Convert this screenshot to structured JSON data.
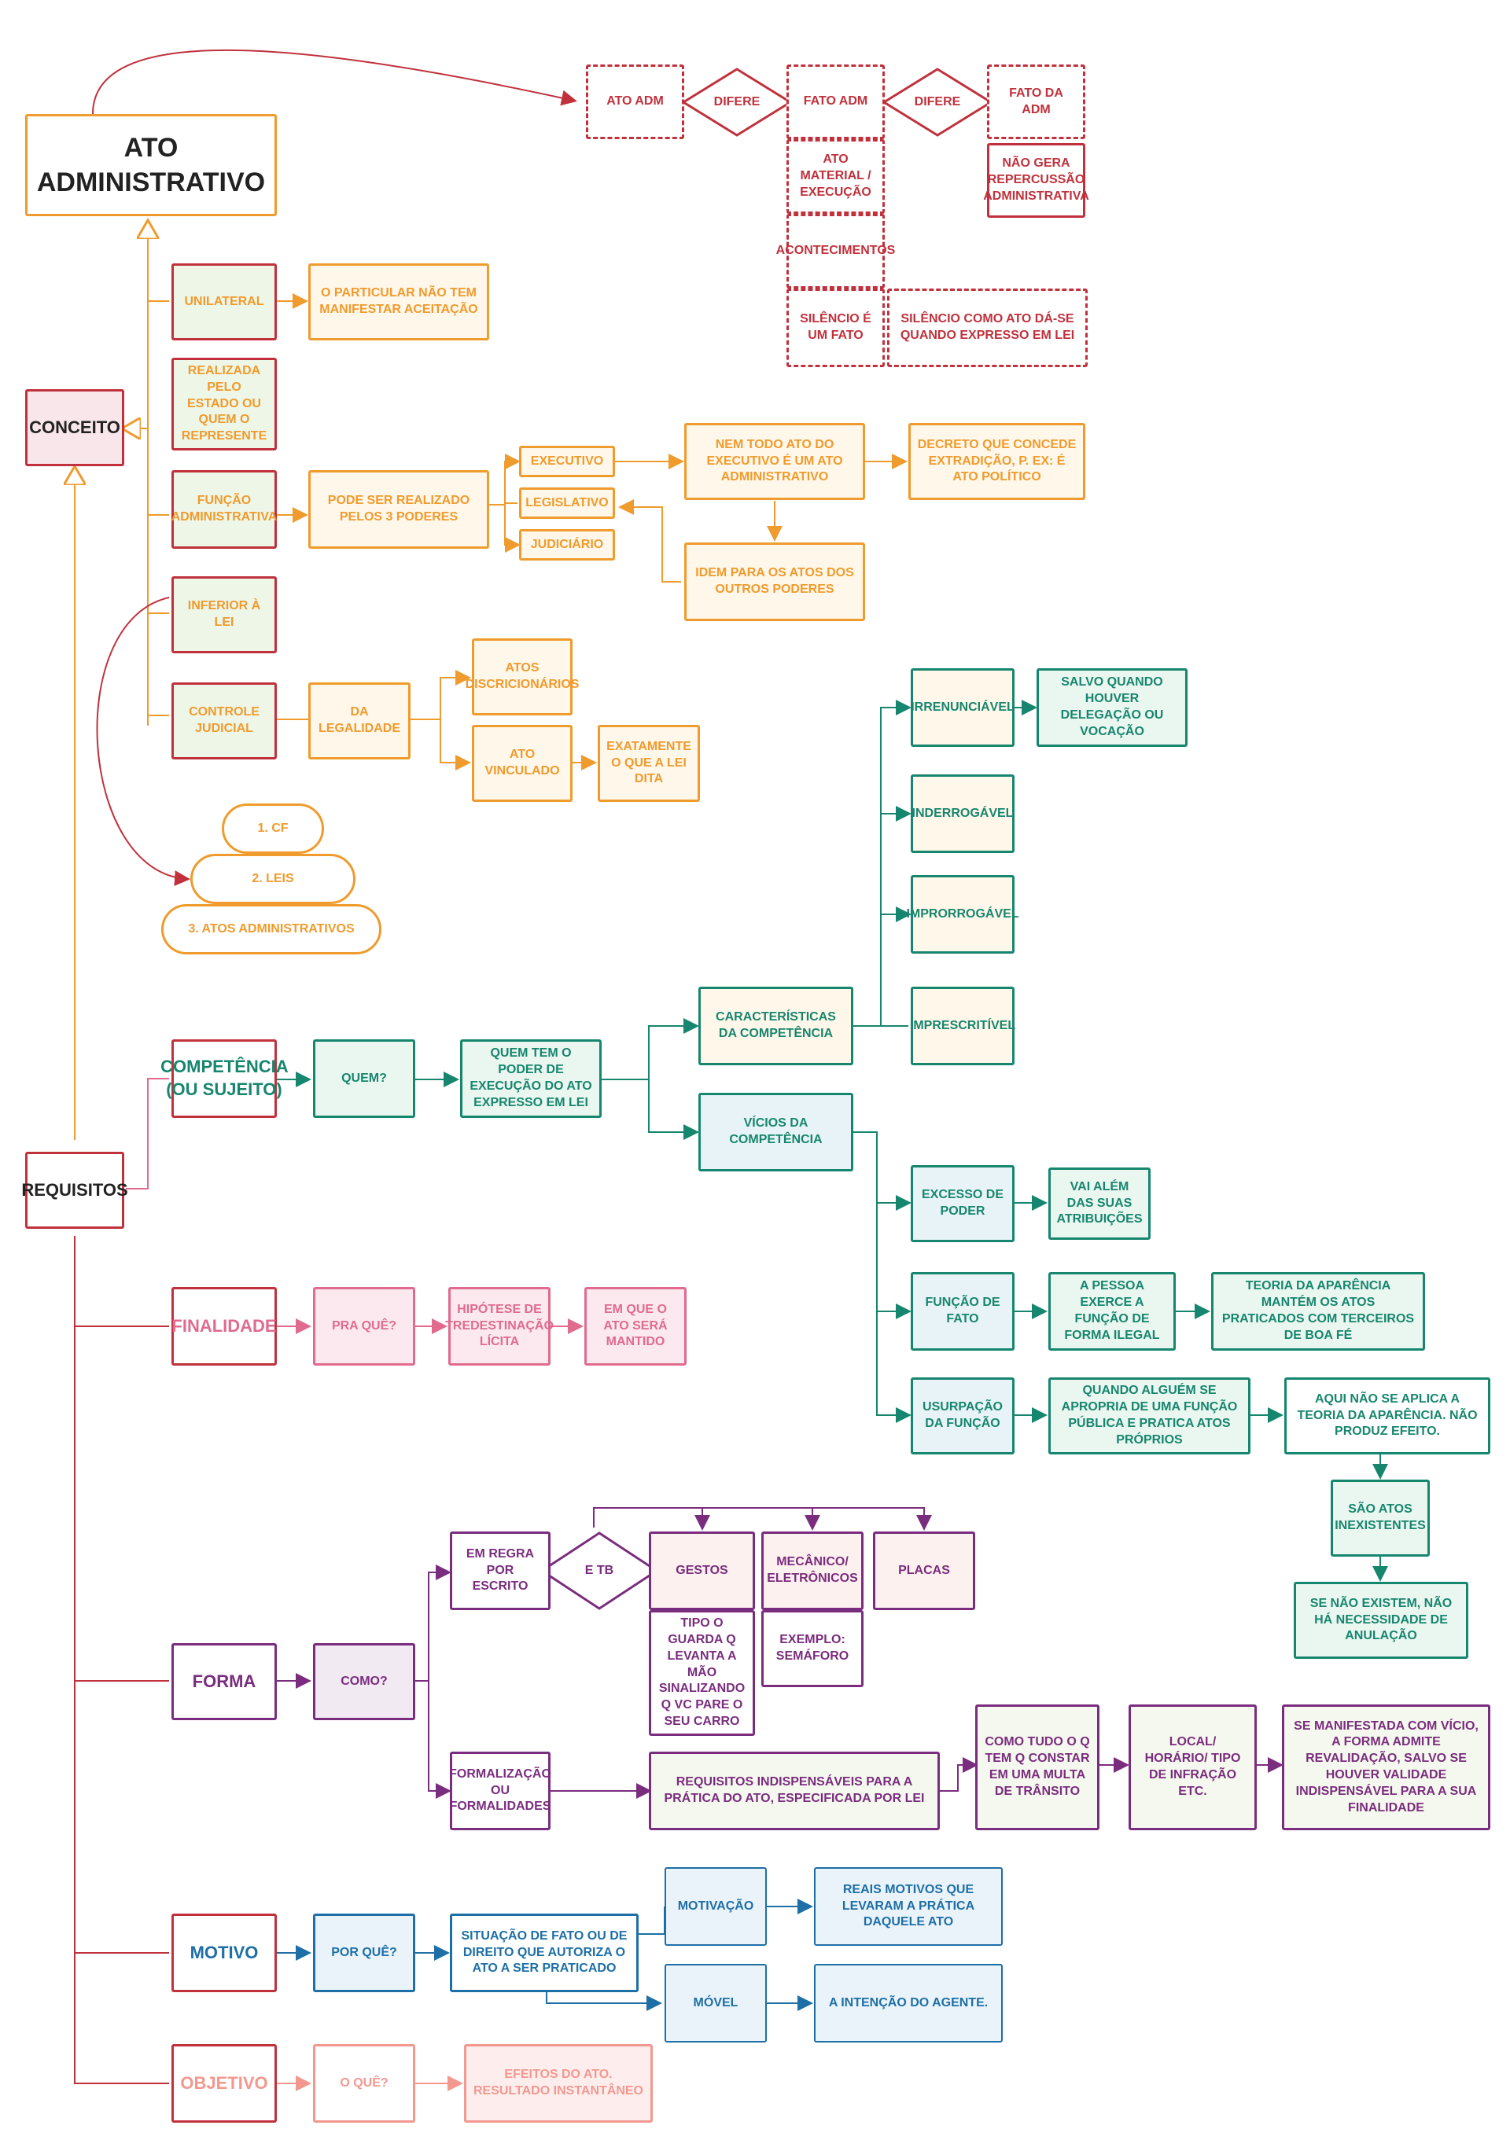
{
  "title": "ATO ADMINISTRATIVO",
  "header_compare": {
    "ato_adm": "ATO ADM",
    "difere1": "DIFERE",
    "fato_adm": "FATO ADM",
    "difere2": "DIFERE",
    "fato_da_adm": "FATO DA ADM",
    "ato_material": "ATO MATERIAL / EXECUÇÃO",
    "acontecimentos": "ACONTECIMENTOS",
    "silencio_fato": "SILÊNCIO É UM FATO",
    "silencio_ato": "SILÊNCIO COMO ATO DÁ-SE QUANDO EXPRESSO EM LEI",
    "nao_gera": "NÃO GERA REPERCUSSÃO ADMINISTRATIVA"
  },
  "conceito": {
    "label": "CONCEITO",
    "unilateral": "UNILATERAL",
    "unilateral_note": "O PARTICULAR NÃO TEM MANIFESTAR ACEITAÇÃO",
    "realizada": "REALIZADA PELO ESTADO OU QUEM O REPRESENTE",
    "funcao": "FUNÇÃO ADMINISTRATIVA",
    "funcao_note": "PODE SER REALIZADO PELOS 3 PODERES",
    "executivo": "EXECUTIVO",
    "legislativo": "LEGISLATIVO",
    "judiciario": "JUDICIÁRIO",
    "nem_todo": "NEM TODO ATO DO EXECUTIVO É UM ATO ADMINISTRATIVO",
    "decreto": "DECRETO QUE CONCEDE EXTRADIÇÃO, P. EX: É ATO POLÍTICO",
    "idem": "IDEM PARA OS ATOS DOS OUTROS PODERES",
    "inferior": "INFERIOR À LEI",
    "controle": "CONTROLE JUDICIAL",
    "legalidade": "DA LEGALIDADE",
    "discricionarios": "ATOS DISCRICIONÁRIOS",
    "vinculado": "ATO VINCULADO",
    "exatamente": "EXATAMENTE O QUE A LEI DITA",
    "hierarquia": [
      "1.   CF",
      "2.    LEIS",
      "3. ATOS ADMINISTRATIVOS"
    ]
  },
  "requisitos": {
    "label": "REQUISITOS",
    "competencia": {
      "label": "COMPETÊNCIA (OU SUJEITO)",
      "pergunta": "QUEM?",
      "resposta": "QUEM TEM O PODER DE EXECUÇÃO DO ATO EXPRESSO EM LEI",
      "caracteristicas": "CARACTERÍSTICAS DA COMPETÊNCIA",
      "irrenunciavel": "IRRENUNCIÁVEL",
      "salvo": "SALVO QUANDO HOUVER DELEGAÇÃO  OU VOCAÇÃO",
      "inderrogavel": "INDERROGÁVEL",
      "improrrogavel": "IMPRORROGÁVEL",
      "imprescritivel": "IMPRESCRITÍVEL",
      "vicios": "VÍCIOS DA COMPETÊNCIA",
      "excesso": "EXCESSO DE PODER",
      "vai_alem": "VAI ALÉM DAS SUAS ATRIBUIÇÕES",
      "funcao_fato": "FUNÇÃO DE FATO",
      "pessoa_exerce": "A PESSOA EXERCE A FUNÇÃO DE FORMA ILEGAL",
      "teoria": "TEORIA DA APARÊNCIA MANTÉM OS ATOS PRATICADOS COM TERCEIROS DE BOA FÉ",
      "usurpacao": "USURPAÇÃO DA FUNÇÃO",
      "quando_alguem": "QUANDO ALGUÉM SE APROPRIA DE UMA FUNÇÃO PÚBLICA E PRATICA ATOS PRÓPRIOS",
      "aqui_nao": "AQUI NÃO SE APLICA A TEORIA DA APARÊNCIA. NÃO PRODUZ EFEITO.",
      "inexistentes": "SÃO ATOS INEXISTENTES",
      "se_nao": "SE NÃO EXISTEM, NÃO HÁ NECESSIDADE DE ANULAÇÃO"
    },
    "finalidade": {
      "label": "FINALIDADE",
      "pergunta": "PRA QUÊ?",
      "hipotese": "HIPÓTESE DE TREDESTINAÇÃO LÍCITA",
      "em_que": "EM QUE O ATO SERÁ MANTIDO"
    },
    "forma": {
      "label": "FORMA",
      "pergunta": "COMO?",
      "em_regra": "EM REGRA POR ESCRITO",
      "e_tb": "E TB",
      "gestos": "GESTOS",
      "gestos_ex": "TIPO O GUARDA Q LEVANTA A MÃO SINALIZANDO Q VC PARE O SEU CARRO",
      "mecanico": "MECÂNICO/ ELETRÔNICOS",
      "mecanico_ex": "EXEMPLO: SEMÁFORO",
      "placas": "PLACAS",
      "formalizacao": "FORMALIZAÇÃO OU FORMALIDADES",
      "requisitos_ind": "REQUISITOS INDISPENSÁVEIS PARA A PRÁTICA DO ATO, ESPECIFICADA POR LEI",
      "como_tudo": "COMO TUDO O Q TEM Q CONSTAR EM UMA MULTA DE TRÂNSITO",
      "local": "LOCAL/ HORÁRIO/ TIPO DE INFRAÇÃO ETC.",
      "se_manifestada": "SE MANIFESTADA COM VÍCIO, A FORMA  ADMITE REVALIDAÇÃO, SALVO SE HOUVER VALIDADE INDISPENSÁVEL PARA A SUA FINALIDADE"
    },
    "motivo": {
      "label": "MOTIVO",
      "pergunta": "POR QUÊ?",
      "situacao": "SITUAÇÃO DE FATO OU DE DIREITO QUE AUTORIZA O ATO A SER PRATICADO",
      "motivacao": "MOTIVAÇÃO",
      "reais": "REAIS MOTIVOS QUE LEVARAM A PRÁTICA DAQUELE ATO",
      "movel": "MÓVEL",
      "intencao": "A INTENÇÃO DO AGENTE."
    },
    "objetivo": {
      "label": "OBJETIVO",
      "pergunta": "O QUÊ?",
      "efeitos": "EFEITOS DO ATO. RESULTADO INSTANTÂNEO"
    }
  }
}
